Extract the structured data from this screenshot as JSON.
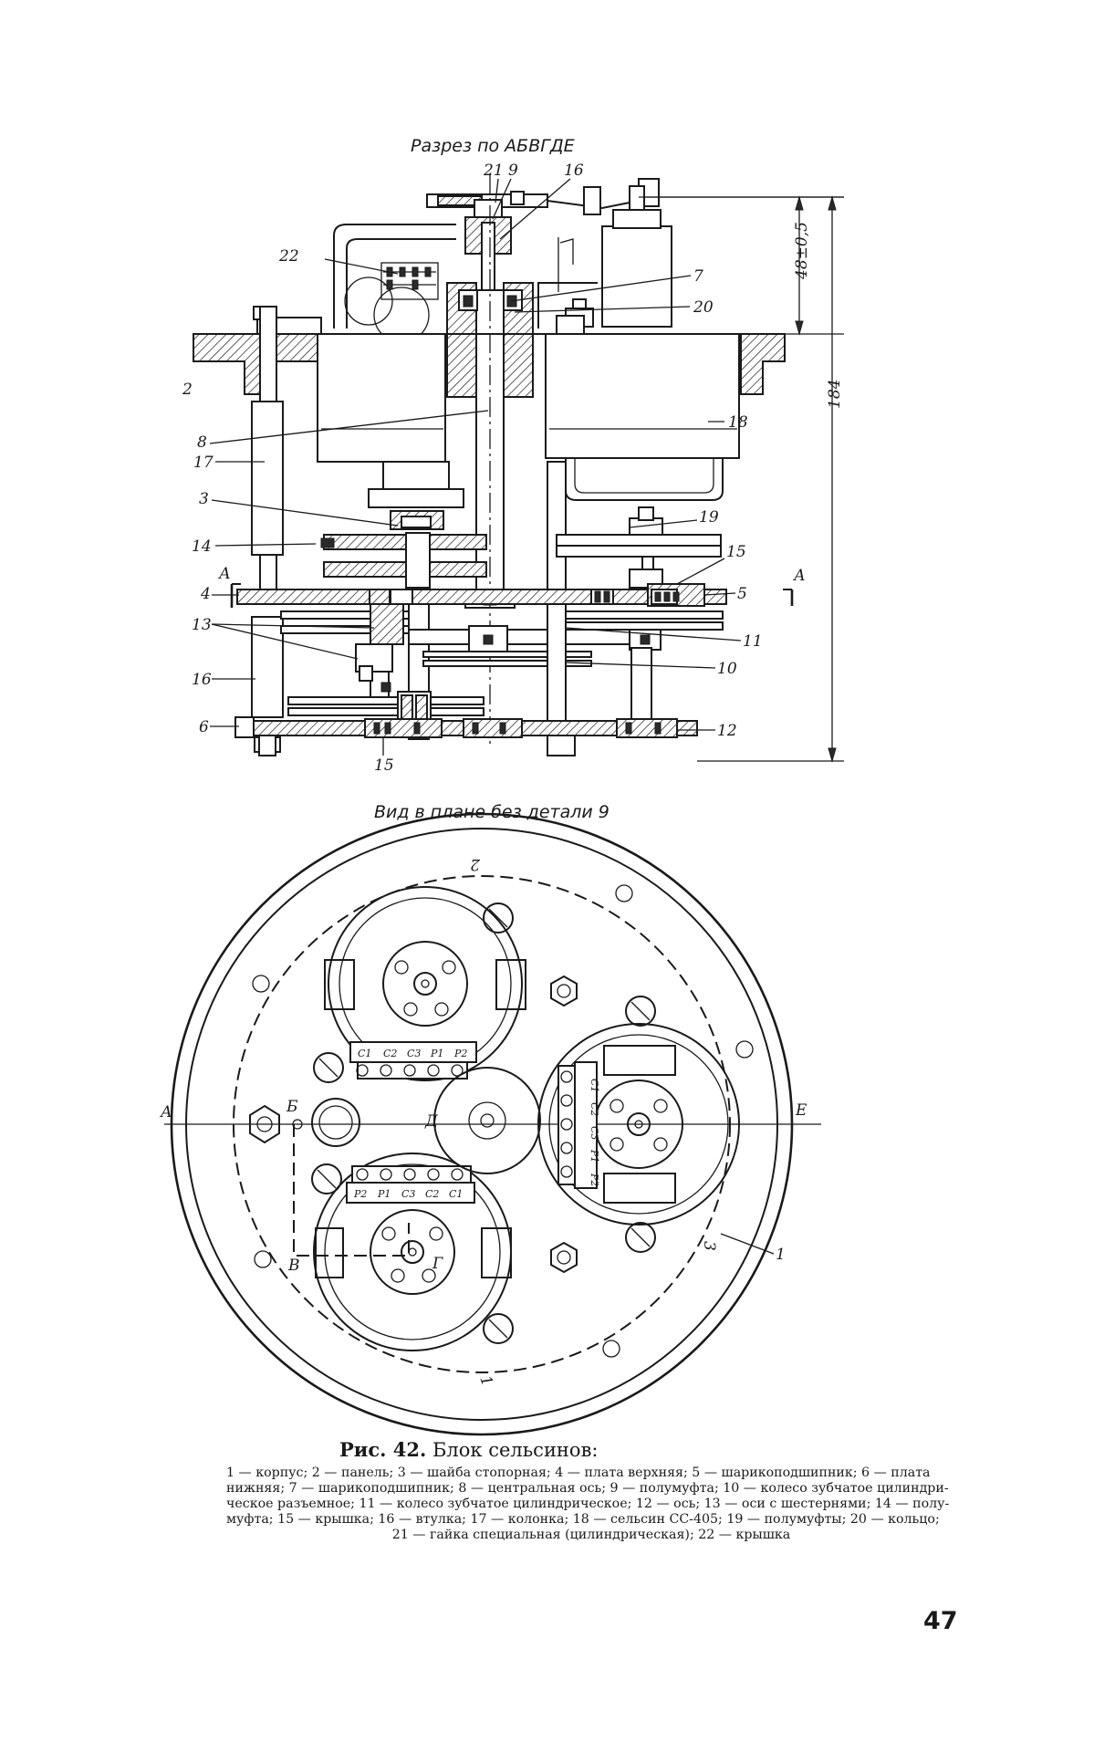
{
  "section_view": {
    "title": "Разрез по АБВГДЕ",
    "callouts": {
      "c21_9": "21 9",
      "c16_top": "16",
      "c22": "22",
      "c7": "7",
      "c20": "20",
      "c2": "2",
      "c8": "8",
      "c18": "18",
      "c17": "17",
      "c3": "3",
      "c19": "19",
      "c14": "14",
      "c15_right": "15",
      "cA_left": "А",
      "c4": "4",
      "c5": "5",
      "cA_right": "А",
      "c13": "13",
      "c11": "11",
      "c16_left": "16",
      "c10": "10",
      "c6": "6",
      "c12": "12",
      "c15_bottom": "15"
    },
    "dimensions": {
      "height_upper": "48±0,5",
      "height_total": "184"
    }
  },
  "plan_view": {
    "title": "Вид в плане без детали 9",
    "letters": {
      "A": "А",
      "B": "Б",
      "V": "В",
      "G": "Г",
      "D": "Д",
      "E": "Е",
      "c1": "1",
      "c2": "2",
      "c3": "3",
      "c1_bottom": "1"
    },
    "terminals_top": [
      "C1",
      "C2",
      "C3",
      "P1",
      "P2"
    ],
    "terminals_bottom": [
      "P2",
      "P1",
      "C3",
      "C2",
      "C1"
    ],
    "terminals_right": [
      "C1",
      "C2",
      "C3",
      "P1",
      "P2"
    ]
  },
  "caption": {
    "label": "Рис. 42.",
    "title": "Блок сельсинов:",
    "lines": [
      "1 — корпус;  2 — панель;  3 — шайба  стопорная;  4 — плата  верхняя;  5 — шарикоподшипник;  6 — плата",
      "нижняя;  7 — шарикоподшипник;  8 — центральная  ось;  9 — полумуфта;  10 — колесо  зубчатое  цилиндри-",
      "ческое  разъемное;  11 — колесо  зубчатое  цилиндрическое;  12 — ось;  13 — оси  с  шестернями;  14 — полу-",
      "муфта;  15 — крышка;  16 — втулка;  17 — колонка;  18 — сельсин  СС-405;  19 — полумуфты;  20 — кольцо;",
      "21 — гайка  специальная  (цилиндрическая);  22 — крышка"
    ]
  },
  "page_number": "47"
}
